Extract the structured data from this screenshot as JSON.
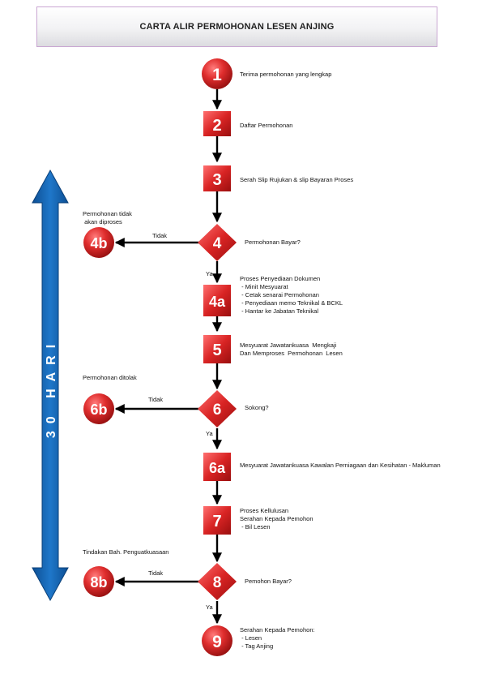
{
  "title": "CARTA ALIR PERMOHONAN LESEN ANJING",
  "duration_label": "30 HARI",
  "colors": {
    "node": "#d42a2a",
    "arrow_blue": "#1565b5",
    "line": "#000000"
  },
  "nodes": {
    "n1": {
      "num": "1",
      "lines": [
        "Terima permohonan yang lengkap"
      ]
    },
    "n2": {
      "num": "2",
      "lines": [
        "Daftar Permohonan"
      ]
    },
    "n3": {
      "num": "3",
      "lines": [
        "Serah Slip Rujukan & slip Bayaran Proses"
      ]
    },
    "n4": {
      "num": "4",
      "lines": [
        "Permohonan Bayar?"
      ]
    },
    "n4b": {
      "num": "4b",
      "lines": [
        "Permohonan tidak",
        " akan diproses"
      ]
    },
    "n4a": {
      "num": "4a",
      "lines": [
        "Proses Penyediaan Dokumen",
        " - Minit Mesyuarat",
        " - Cetak senarai Permohonan",
        " - Penyediaan memo Teknikal & BCKL",
        " - Hantar ke Jabatan Teknikal"
      ]
    },
    "n5": {
      "num": "5",
      "lines": [
        "Mesyuarat Jawatankuasa  Mengkaji",
        "Dan Memproses  Permohonan  Lesen"
      ]
    },
    "n6": {
      "num": "6",
      "lines": [
        "Sokong?"
      ]
    },
    "n6b": {
      "num": "6b",
      "lines": [
        "Permohonan ditolak"
      ]
    },
    "n6a": {
      "num": "6a",
      "lines": [
        "Mesyuarat Jawatankuasa Kawalan Perniagaan dan Kesihatan - Makluman"
      ]
    },
    "n7": {
      "num": "7",
      "lines": [
        "Proses Kellulusan",
        "Serahan Kepada Pemohon",
        " - Bil Lesen"
      ]
    },
    "n8": {
      "num": "8",
      "lines": [
        "Pemohon Bayar?"
      ]
    },
    "n8b": {
      "num": "8b",
      "lines": [
        "Tindakan Bah. Penguatkuasaan"
      ]
    },
    "n9": {
      "num": "9",
      "lines": [
        "Serahan Kepada Pemohon:",
        " - Lesen",
        " - Tag Anjing"
      ]
    }
  },
  "edge_labels": {
    "tidak": "Tidak",
    "ya": "Ya"
  }
}
